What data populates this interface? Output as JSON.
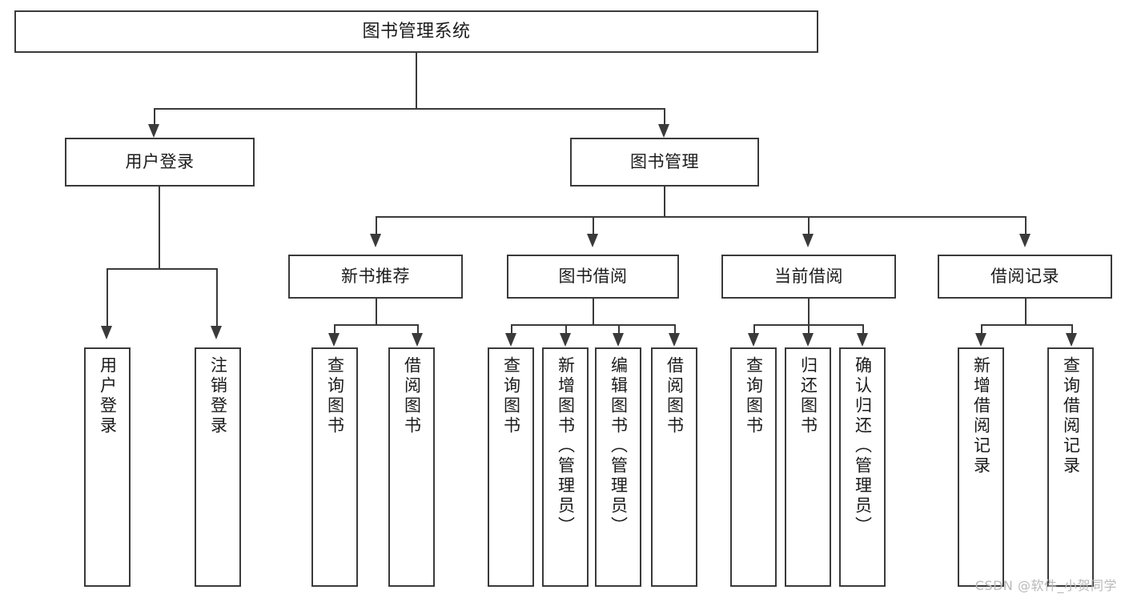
{
  "diagram": {
    "title": "图书管理系统",
    "type": "功能结构图",
    "stroke_color": "#3a3a3a",
    "box_fill": "#ffffff",
    "background": "#ffffff"
  },
  "root": {
    "label": "图书管理系统"
  },
  "branches": [
    {
      "id": "user-login",
      "label": "用户登录"
    },
    {
      "id": "book-manage",
      "label": "图书管理"
    }
  ],
  "subbranches": [
    {
      "id": "new-book-recommend",
      "label": "新书推荐"
    },
    {
      "id": "book-borrow",
      "label": "图书借阅"
    },
    {
      "id": "current-borrow",
      "label": "当前借阅"
    },
    {
      "id": "borrow-record",
      "label": "借阅记录"
    }
  ],
  "leaves": {
    "user_login": [
      {
        "id": "leaf-user-login",
        "label": "用户登录"
      },
      {
        "id": "leaf-logout-login",
        "label": "注销登录"
      }
    ],
    "new_book_recommend": [
      {
        "id": "leaf-query-book-1",
        "label": "查询图书"
      },
      {
        "id": "leaf-borrow-book-1",
        "label": "借阅图书"
      }
    ],
    "book_borrow": [
      {
        "id": "leaf-query-book-2",
        "label": "查询图书"
      },
      {
        "id": "leaf-add-book",
        "label": "新增图书（管理员）"
      },
      {
        "id": "leaf-edit-book",
        "label": "编辑图书（管理员）"
      },
      {
        "id": "leaf-borrow-book-2",
        "label": "借阅图书"
      }
    ],
    "current_borrow": [
      {
        "id": "leaf-query-book-3",
        "label": "查询图书"
      },
      {
        "id": "leaf-return-book",
        "label": "归还图书"
      },
      {
        "id": "leaf-confirm-return",
        "label": "确认归还（管理员）"
      }
    ],
    "borrow_record": [
      {
        "id": "leaf-add-record",
        "label": "新增借阅记录"
      },
      {
        "id": "leaf-query-record",
        "label": "查询借阅记录"
      }
    ]
  },
  "watermark": {
    "text": "CSDN @软件_小贺同学"
  }
}
